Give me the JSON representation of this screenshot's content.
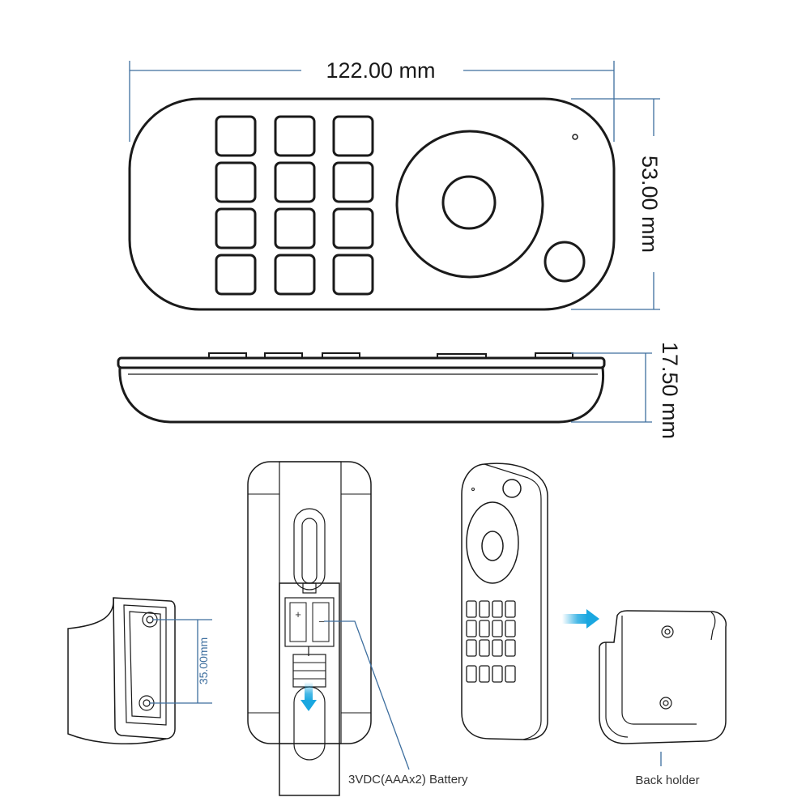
{
  "dimensions": {
    "length": "122.00 mm",
    "width": "53.00 mm",
    "thickness": "17.50 mm",
    "screw_spacing": "35.00mm"
  },
  "labels": {
    "battery": "3VDC(AAAx2) Battery",
    "holder": "Back holder"
  },
  "battery_marks": {
    "plus": "+",
    "minus": "−"
  },
  "colors": {
    "dimension_line": "#3d6e9e",
    "arrow_accent": "#1aa7e0",
    "outline": "#1a1a1a"
  }
}
